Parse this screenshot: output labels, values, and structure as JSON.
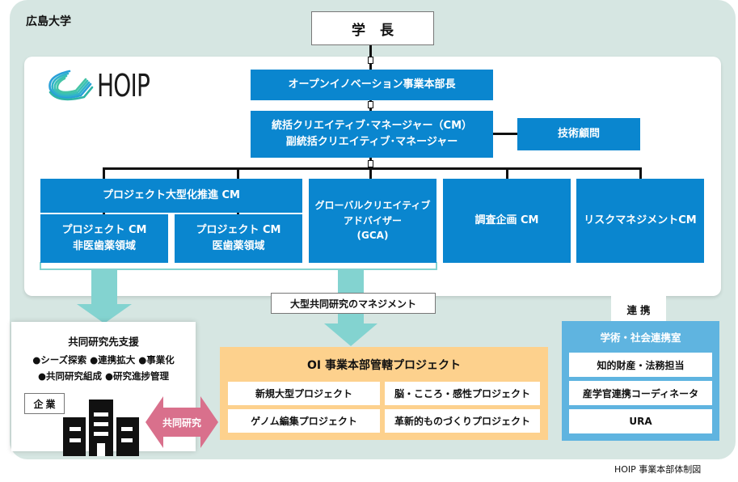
{
  "university": {
    "label": "広島大学"
  },
  "logo": {
    "text": "HOIP"
  },
  "president": {
    "label": "学長"
  },
  "hoip": {
    "head": "オープンイノベーション事業本部長",
    "ccm_line1": "統括クリエイティブ･マネージャー（CM）",
    "ccm_line2": "副統括クリエイティブ･マネージャー",
    "tech_advisor": "技術顧問",
    "units": {
      "project_big": "プロジェクト大型化推進 CM",
      "project_nonmed_line1": "プロジェクト CM",
      "project_nonmed_line2": "非医歯薬領域",
      "project_med_line1": "プロジェクト CM",
      "project_med_line2": "医歯薬領域",
      "gca_line1": "グローバルクリエイティブ",
      "gca_line2": "アドバイザー",
      "gca_line3": "(GCA)",
      "survey": "調査企画 CM",
      "risk": "リスクマネジメントCM"
    }
  },
  "management_label": "大型共同研究のマネジメント",
  "company": {
    "title": "共同研究先支援",
    "bullets_line1": "●シーズ探索 ●連携拡大 ●事業化",
    "bullets_line2": "●共同研究組成 ●研究進捗管理",
    "label": "企業",
    "icon": "building-icon"
  },
  "joint_research": {
    "label": "共同研究",
    "icon": "double-arrow-icon"
  },
  "oi_projects": {
    "title": "OI 事業本部管轄プロジェクト",
    "items": [
      "新規大型プロジェクト",
      "脳・こころ・感性プロジェクト",
      "ゲノム編集プロジェクト",
      "革新的ものづくりプロジェクト"
    ]
  },
  "cooperation": {
    "label": "連携"
  },
  "academic": {
    "title": "学術・社会連携室",
    "items": [
      "知的財産・法務担当",
      "産学官連携コーディネータ",
      "URA"
    ]
  },
  "caption": "HOIP 事業本部体制図",
  "colors": {
    "university_bg": "#d6e6e2",
    "unit_blue": "#0a86cf",
    "teal_arrow": "#83d3d0",
    "oi_orange": "#fdd18d",
    "academic_blue": "#5fb4e0",
    "joint_pink": "#d9708c"
  }
}
